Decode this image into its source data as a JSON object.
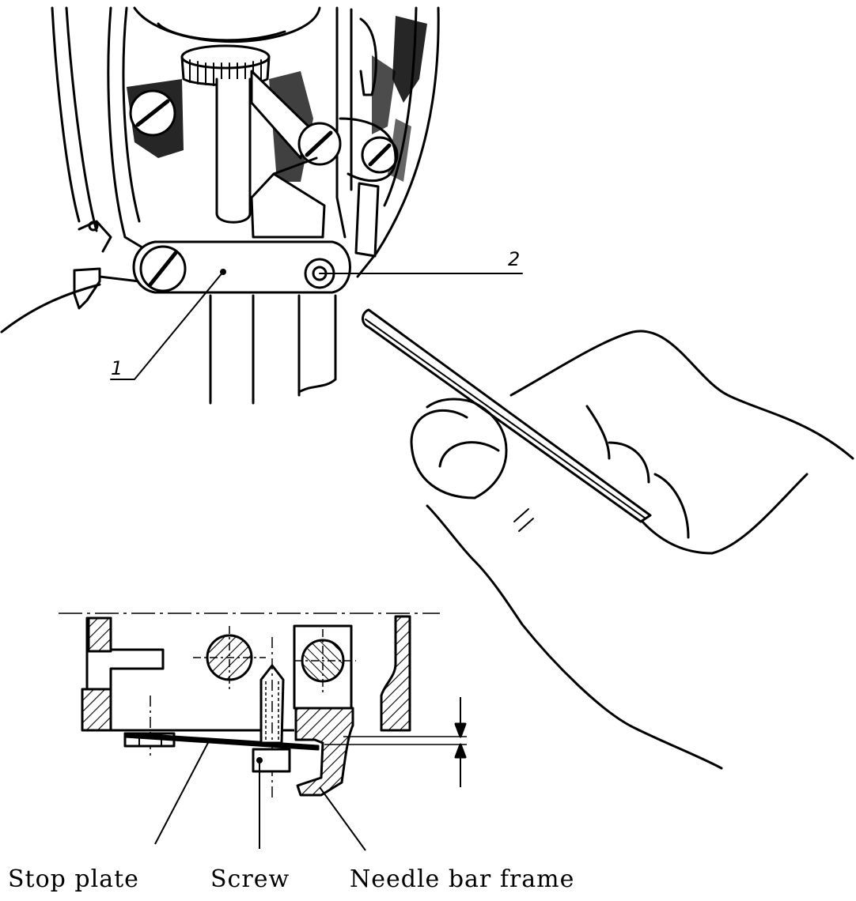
{
  "figure": {
    "callouts": [
      {
        "id": "callout-1",
        "text": "1"
      },
      {
        "id": "callout-2",
        "text": "2"
      }
    ],
    "captions": {
      "stop_plate": "Stop plate",
      "screw": "Screw",
      "needle_bar_frame": "Needle bar frame"
    },
    "stroke_color": "#000000",
    "background_color": "#ffffff"
  }
}
